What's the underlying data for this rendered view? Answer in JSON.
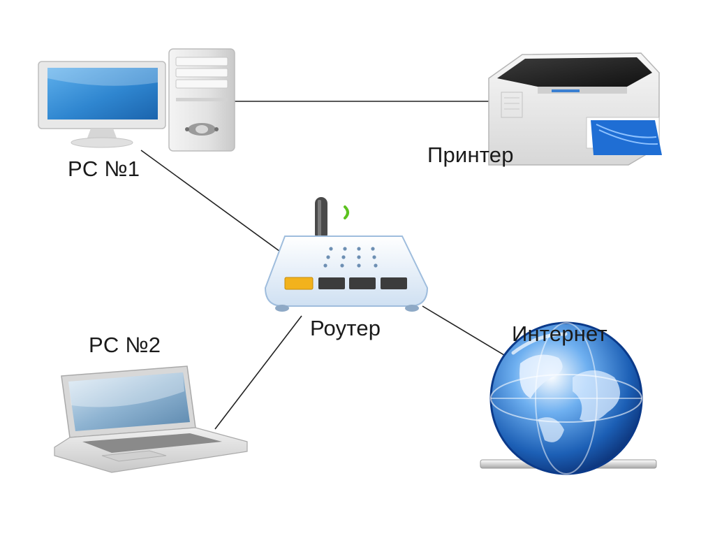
{
  "nodes": {
    "pc1": {
      "label": "PC №1",
      "icon": "desktop-computer-icon"
    },
    "printer": {
      "label": "Принтер",
      "icon": "printer-icon"
    },
    "router": {
      "label": "Роутер",
      "icon": "wifi-router-icon"
    },
    "pc2": {
      "label": "PC №2",
      "icon": "laptop-icon"
    },
    "internet": {
      "label": "Интернет",
      "icon": "globe-network-icon"
    }
  },
  "edges": [
    {
      "from": "pc1",
      "to": "printer"
    },
    {
      "from": "pc1",
      "to": "router"
    },
    {
      "from": "router",
      "to": "pc2"
    },
    {
      "from": "router",
      "to": "internet"
    }
  ],
  "colors": {
    "screen_blue": "#2f86d0",
    "router_body": "#e6f0fa",
    "router_port_active": "#f2b21c",
    "signal_green": "#5cc21f",
    "globe_blue": "#1c5fb5",
    "line": "#222222"
  }
}
